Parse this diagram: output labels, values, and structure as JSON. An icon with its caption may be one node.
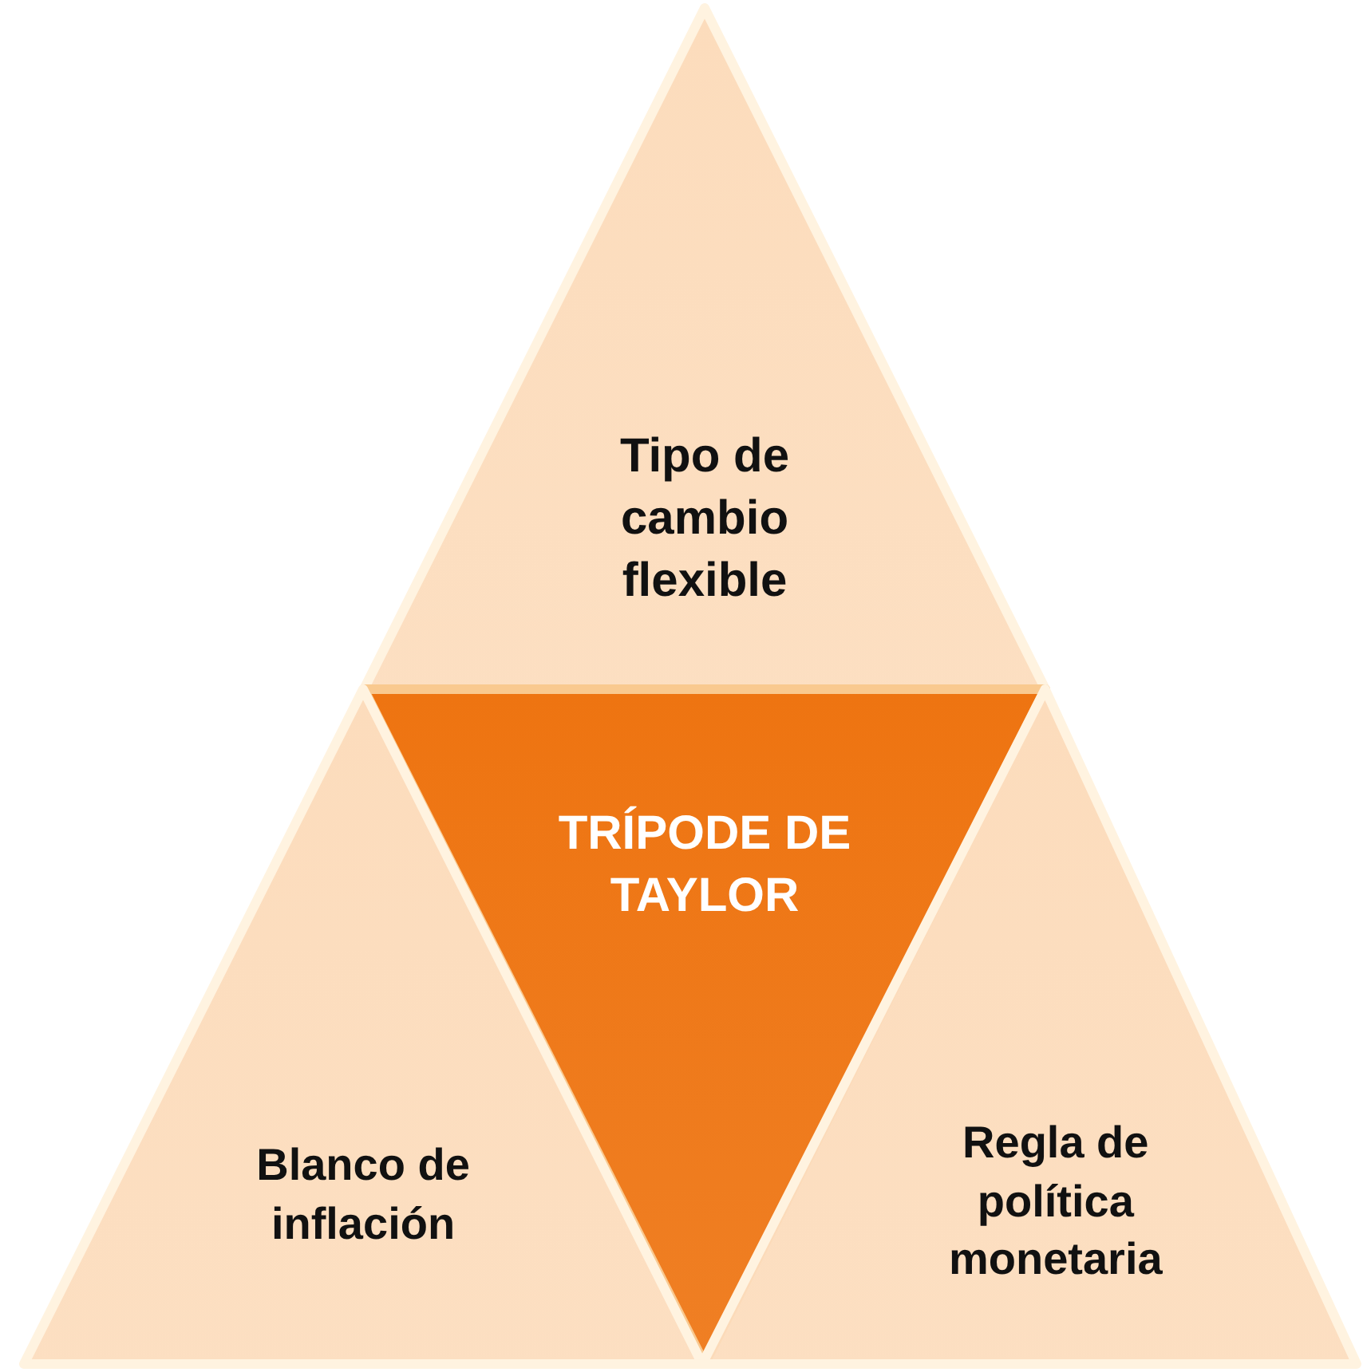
{
  "diagram": {
    "nodes": [
      {
        "text": [
          "Tipo de cambio flexible"
        ]
      },
      {
        "text": [
          "TRÍPODE DE TAYLOR"
        ]
      },
      {
        "text": [
          "Blanco de inflación"
        ]
      },
      {
        "text": [
          "Regla de política monetaria"
        ]
      }
    ]
  }
}
